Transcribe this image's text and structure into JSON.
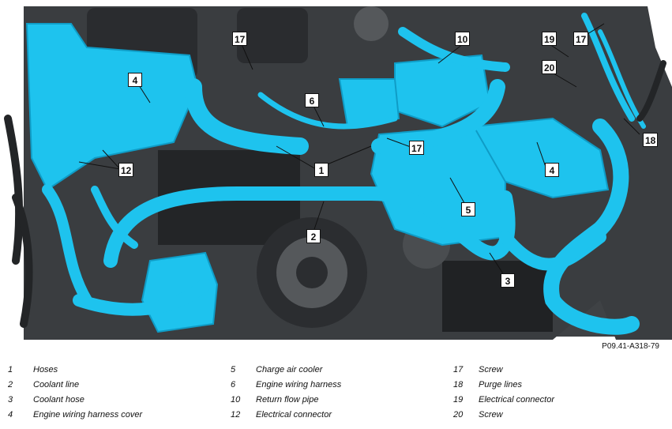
{
  "figure_code": "P09.41-A318-79",
  "callouts": [
    "17",
    "10",
    "19",
    "17",
    "20",
    "4",
    "6",
    "18",
    "17",
    "1",
    "12",
    "4",
    "5",
    "2",
    "3"
  ],
  "legend": [
    [
      {
        "num": "1",
        "text": "Hoses"
      },
      {
        "num": "2",
        "text": "Coolant line"
      },
      {
        "num": "3",
        "text": "Coolant hose"
      },
      {
        "num": "4",
        "text": "Engine wiring harness cover"
      }
    ],
    [
      {
        "num": "5",
        "text": "Charge air cooler"
      },
      {
        "num": "6",
        "text": "Engine wiring harness"
      },
      {
        "num": "10",
        "text": "Return flow pipe"
      },
      {
        "num": "12",
        "text": "Electrical connector"
      }
    ],
    [
      {
        "num": "17",
        "text": "Screw"
      },
      {
        "num": "18",
        "text": "Purge lines"
      },
      {
        "num": "19",
        "text": "Electrical connector"
      },
      {
        "num": "20",
        "text": "Screw"
      }
    ]
  ],
  "colors": {
    "highlight": "#1ec3ee",
    "highlight_dark": "#0f9cc6",
    "engine": "#3f4245",
    "engine_dark": "#232527",
    "engine_light": "#6d7073"
  }
}
